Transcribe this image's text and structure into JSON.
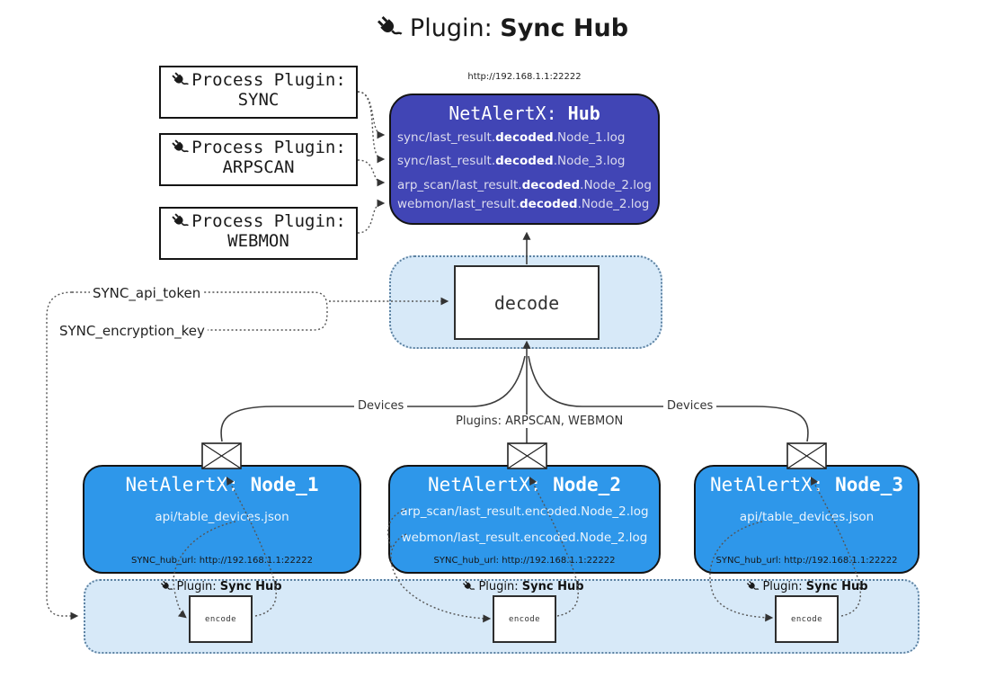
{
  "title": {
    "prefix": "Plugin: ",
    "bold": "Sync Hub"
  },
  "process_plugins": [
    {
      "label": "Process Plugin:",
      "name": "SYNC"
    },
    {
      "label": "Process Plugin:",
      "name": "ARPSCAN"
    },
    {
      "label": "Process Plugin:",
      "name": "WEBMON"
    }
  ],
  "hub": {
    "url": "http://192.168.1.1:22222",
    "title_prefix": "NetAlertX: ",
    "title_bold": "Hub",
    "files": [
      {
        "pre": "sync/last_result.",
        "bold": "decoded",
        "post": ".Node_1.log"
      },
      {
        "pre": "sync/last_result.",
        "bold": "decoded",
        "post": ".Node_3.log"
      },
      {
        "pre": "arp_scan/last_result.",
        "bold": "decoded",
        "post": ".Node_2.log"
      },
      {
        "pre": "webmon/last_result.",
        "bold": "decoded",
        "post": ".Node_2.log"
      }
    ]
  },
  "decode_label": "decode",
  "settings": {
    "api_token": "SYNC_api_token",
    "encryption_key": "SYNC_encryption_key"
  },
  "edges": {
    "devices_left": "Devices",
    "devices_right": "Devices",
    "plugins_center": "Plugins: ARPSCAN, WEBMON"
  },
  "nodes": [
    {
      "title_prefix": "NetAlertX: ",
      "title_bold": "Node_1",
      "files": [
        "api/table_devices.json"
      ],
      "hub_url": "SYNC_hub_url: http://192.168.1.1:22222"
    },
    {
      "title_prefix": "NetAlertX: ",
      "title_bold": "Node_2",
      "files": [
        "arp_scan/last_result.encoded.Node_2.log",
        "webmon/last_result.encoded.Node_2.log"
      ],
      "hub_url": "SYNC_hub_url: http://192.168.1.1:22222"
    },
    {
      "title_prefix": "NetAlertX: ",
      "title_bold": "Node_3",
      "files": [
        "api/table_devices.json"
      ],
      "hub_url": "SYNC_hub_url: http://192.168.1.1:22222"
    }
  ],
  "encoders": [
    {
      "label_prefix": "Plugin: ",
      "label_bold": "Sync Hub",
      "box": "encode"
    },
    {
      "label_prefix": "Plugin: ",
      "label_bold": "Sync Hub",
      "box": "encode"
    },
    {
      "label_prefix": "Plugin: ",
      "label_bold": "Sync Hub",
      "box": "encode"
    }
  ],
  "colors": {
    "hub-bg": "#4145b5",
    "node-bg": "#2e97ea",
    "panel-bg": "#d7e9f8",
    "panel-border": "#5d82a2",
    "box-border": "#141414",
    "connector": "#555555",
    "curve": "#3d3d3d"
  }
}
